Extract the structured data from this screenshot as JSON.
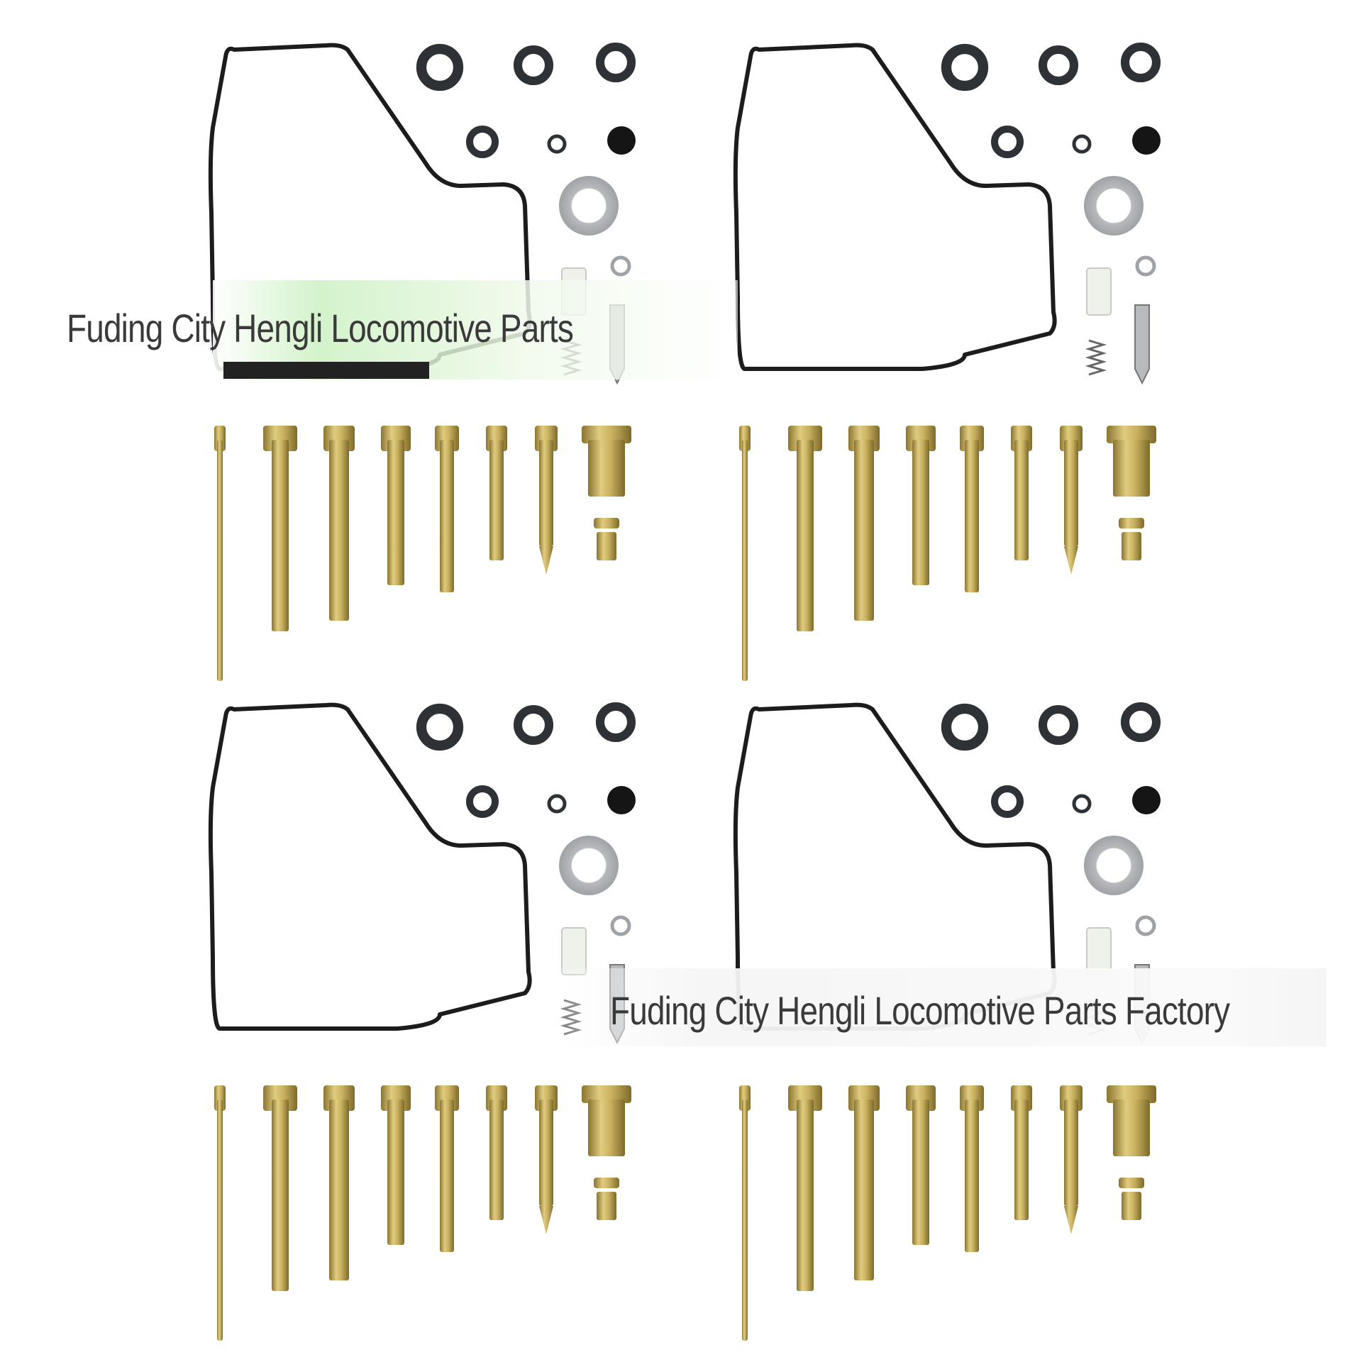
{
  "watermark_top": "Fuding City Hengli Locomotive Parts",
  "watermark_bottom": "Fuding City Hengli Locomotive Parts Factory",
  "kits": [
    {
      "name": "kit-top-left"
    },
    {
      "name": "kit-top-right"
    },
    {
      "name": "kit-bottom-left"
    },
    {
      "name": "kit-bottom-right"
    }
  ],
  "colors": {
    "gasket": "#1c1c1c",
    "oring": "#2e3236",
    "brass": "#c9b160",
    "brass_dark": "#8a7430",
    "washer": "#c7c9cc",
    "background": "#ffffff"
  }
}
